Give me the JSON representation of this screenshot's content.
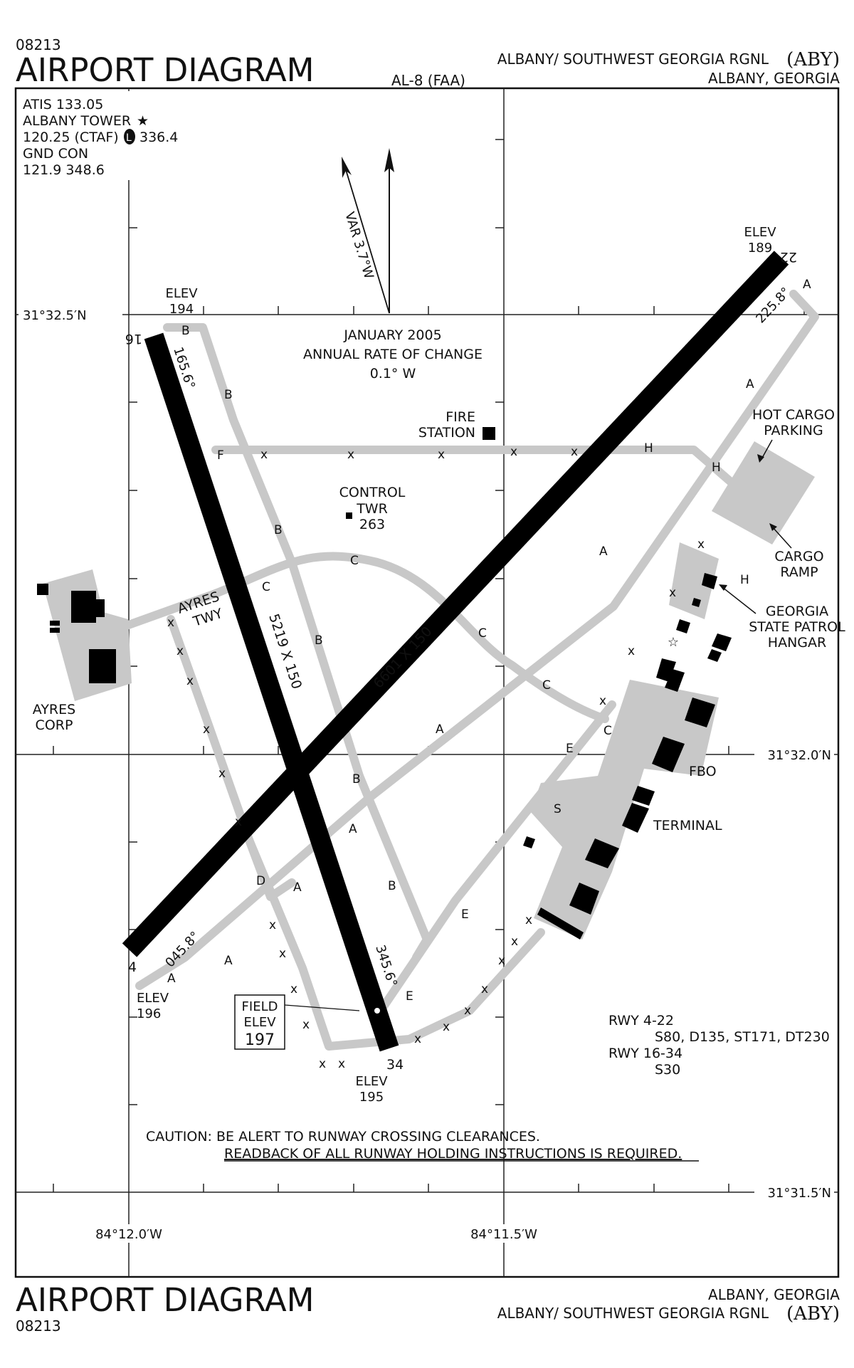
{
  "header": {
    "chart_number": "08213",
    "title": "AIRPORT DIAGRAM",
    "al_number": "AL-8 (FAA)",
    "airport_name": "ALBANY/ SOUTHWEST GEORGIA RGNL",
    "airport_id": "(ABY)",
    "city_state": "ALBANY, GEORGIA"
  },
  "footer": {
    "title": "AIRPORT DIAGRAM",
    "chart_number": "08213",
    "city_state": "ALBANY, GEORGIA",
    "airport_name": "ALBANY/ SOUTHWEST GEORGIA RGNL",
    "airport_id": "(ABY)"
  },
  "frequencies": {
    "atis": "ATIS  133.05",
    "tower_label": "ALBANY TOWER",
    "tower_freq": "120.25 (CTAF)",
    "tower_uhf": "336.4",
    "gnd_label": "GND CON",
    "gnd_freq": "121.9  348.6"
  },
  "magnetic": {
    "variation": "VAR 3.7°W",
    "date": "JANUARY 2005",
    "rate_label": "ANNUAL RATE OF CHANGE",
    "rate_value": "0.1° W"
  },
  "runways": [
    {
      "id": "4-22",
      "dimensions": "6601 X 150",
      "end_a": {
        "number": "4",
        "elev_label": "ELEV",
        "elev": "196",
        "heading": "045.8°"
      },
      "end_b": {
        "number": "22",
        "elev_label": "ELEV",
        "elev": "189",
        "heading": "225.8°"
      }
    },
    {
      "id": "16-34",
      "dimensions": "5219 X 150",
      "end_a": {
        "number": "16",
        "elev_label": "ELEV",
        "elev": "194",
        "heading": "165.6°"
      },
      "end_b": {
        "number": "34",
        "elev_label": "ELEV",
        "elev": "195",
        "heading": "345.6°"
      }
    }
  ],
  "field_elevation": {
    "label1": "FIELD",
    "label2": "ELEV",
    "value": "197"
  },
  "taxiways": {
    "A": "A",
    "B": "B",
    "C": "C",
    "D": "D",
    "E": "E",
    "F": "F",
    "H": "H",
    "S": "S",
    "ayres_1": "AYRES",
    "ayres_2": "TWY"
  },
  "facilities": {
    "fire_station_1": "FIRE",
    "fire_station_2": "STATION",
    "control_tower_1": "CONTROL",
    "control_tower_2": "TWR",
    "control_tower_elev": "263",
    "hot_cargo_1": "HOT CARGO",
    "hot_cargo_2": "PARKING",
    "cargo_1": "CARGO",
    "cargo_2": "RAMP",
    "gsp_1": "GEORGIA",
    "gsp_2": "STATE PATROL",
    "gsp_3": "HANGAR",
    "fbo": "FBO",
    "terminal": "TERMINAL",
    "ayres_corp_1": "AYRES",
    "ayres_corp_2": "CORP"
  },
  "pcn": {
    "rwy1_label": "RWY 4-22",
    "rwy1_strength": "S80, D135, ST171, DT230",
    "rwy2_label": "RWY 16-34",
    "rwy2_strength": "S30"
  },
  "caution": {
    "line1": "CAUTION: BE ALERT TO RUNWAY CROSSING CLEARANCES.",
    "line2": "READBACK OF ALL RUNWAY HOLDING INSTRUCTIONS IS REQUIRED."
  },
  "coordinates": {
    "lat_top": "31°32.5′N",
    "lat_mid": "31°32.0′N",
    "lat_bottom": "31°31.5′N",
    "lon_left": "84°12.0′W",
    "lon_mid": "84°11.5′W"
  },
  "colors": {
    "runway": "#000000",
    "taxiway": "#c8c8c8",
    "apron": "#c8c8c8",
    "building": "#000000",
    "grid": "#222222"
  }
}
